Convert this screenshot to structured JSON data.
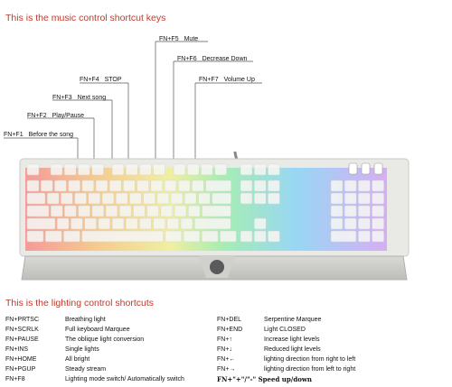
{
  "music": {
    "heading": "This is the music control shortcut keys",
    "callouts": [
      {
        "key": "FN+F5",
        "label": "Mute"
      },
      {
        "key": "FN+F6",
        "label": "Decrease Down"
      },
      {
        "key": "FN+F4",
        "label": "STOP"
      },
      {
        "key": "FN+F7",
        "label": "Volume Up"
      },
      {
        "key": "FN+F3",
        "label": "Next song"
      },
      {
        "key": "FN+F2",
        "label": "Play/Pause"
      },
      {
        "key": "FN+F1",
        "label": "Before the song"
      }
    ]
  },
  "lighting": {
    "heading": "This is the lighting control shortcuts",
    "left": [
      {
        "key": "FN+PRTSC",
        "label": "Breathing light"
      },
      {
        "key": "FN+SCRLK",
        "label": "Full keyboard Marquee"
      },
      {
        "key": "FN+PAUSE",
        "label": "The oblique light conversion"
      },
      {
        "key": "FN+INS",
        "label": "Single lights"
      },
      {
        "key": "FN+HOME",
        "label": "All bright"
      },
      {
        "key": "FN+PGUP",
        "label": "Steady stream"
      },
      {
        "key": "FN+F8",
        "label": "Lighting mode switch/ Automatically switch"
      }
    ],
    "right": [
      {
        "key": "FN+DEL",
        "label": "Serpentine Marquee"
      },
      {
        "key": "FN+END",
        "label": "Light CLOSED"
      },
      {
        "key": "FN+↑",
        "label": "Increase light levels"
      },
      {
        "key": "FN+↓",
        "label": "Reduced light levels"
      },
      {
        "key": "FN+←",
        "label": "lighting direction from right to left"
      },
      {
        "key": "FN+→",
        "label": "lighting direction from left to right"
      }
    ],
    "special": "FN+\"+\"/\"-\" Speed up/down"
  },
  "colors": {
    "heading": "#c0392b",
    "keyboard_body": "#e9e9e6",
    "keycap": "#f6f6f4",
    "leader": "#555555"
  }
}
